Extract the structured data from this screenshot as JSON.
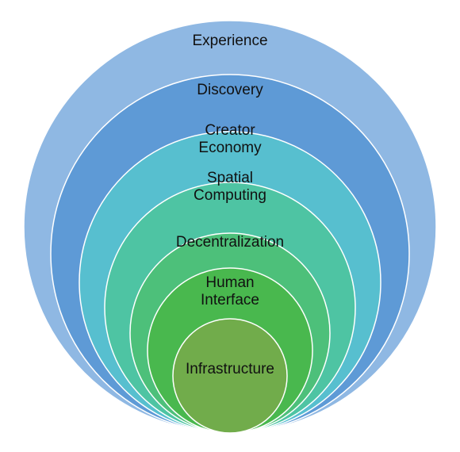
{
  "layers": [
    {
      "lines": [
        "Experience"
      ],
      "color": "#8fb8e3"
    },
    {
      "lines": [
        "Discovery"
      ],
      "color": "#5e9ad6"
    },
    {
      "lines": [
        "Creator",
        "Economy"
      ],
      "color": "#57bfcf"
    },
    {
      "lines": [
        "Spatial",
        "Computing"
      ],
      "color": "#4ec4a3"
    },
    {
      "lines": [
        "Decentralization"
      ],
      "color": "#4dc07a"
    },
    {
      "lines": [
        "Human",
        "Interface"
      ],
      "color": "#49b84e"
    },
    {
      "lines": [
        "Infrastructure"
      ],
      "color": "#71ac4b"
    }
  ]
}
